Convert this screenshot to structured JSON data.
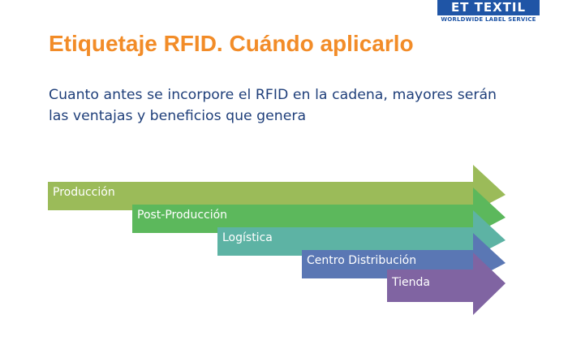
{
  "logo": {
    "brand": "ET TEXTIL",
    "tagline": "WORLDWIDE LABEL SERVICE"
  },
  "title": "Etiquetaje RFID. Cuándo aplicarlo",
  "subtitle": "Cuanto antes se incorpore el RFID en la cadena, mayores serán las ventajas y beneficios que genera",
  "stages": [
    {
      "label": "Producción",
      "color": "#9bbb59"
    },
    {
      "label": "Post-Producción",
      "color": "#5cb85c"
    },
    {
      "label": "Logística",
      "color": "#5db3a4"
    },
    {
      "label": "Centro Distribución",
      "color": "#5a77b4"
    },
    {
      "label": "Tienda",
      "color": "#8064a2"
    }
  ]
}
